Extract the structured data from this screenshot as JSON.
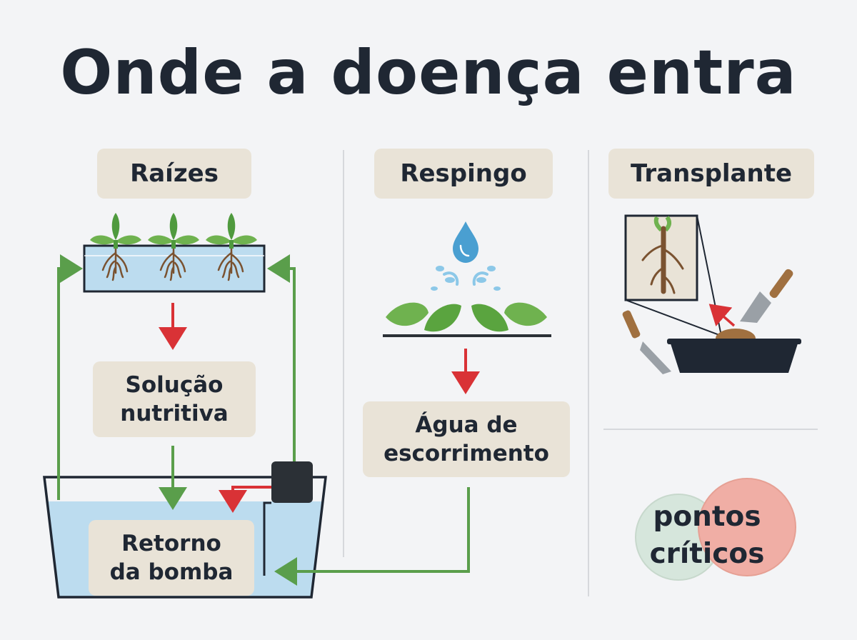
{
  "title": "Onde a doença entra",
  "columns": [
    {
      "heading": "Raízes"
    },
    {
      "heading": "Respingo"
    },
    {
      "heading": "Transplante"
    }
  ],
  "boxes": {
    "solucao": [
      "Solução",
      "nutritiva"
    ],
    "retorno": [
      "Retorno",
      "da bomba"
    ],
    "agua": [
      "Água de",
      "escorrimento"
    ]
  },
  "venn_label": [
    "pontos",
    "críticos"
  ],
  "colors": {
    "title": "#1f2733",
    "tag_bg": "#e9e3d7",
    "flow_green": "#5a9e4b",
    "alert_red": "#d93236",
    "water_blue": "#bcdcef",
    "leaf_green": "#6fb24f",
    "venn_green": "#d6e6dc",
    "venn_red": "#f0aea5"
  }
}
